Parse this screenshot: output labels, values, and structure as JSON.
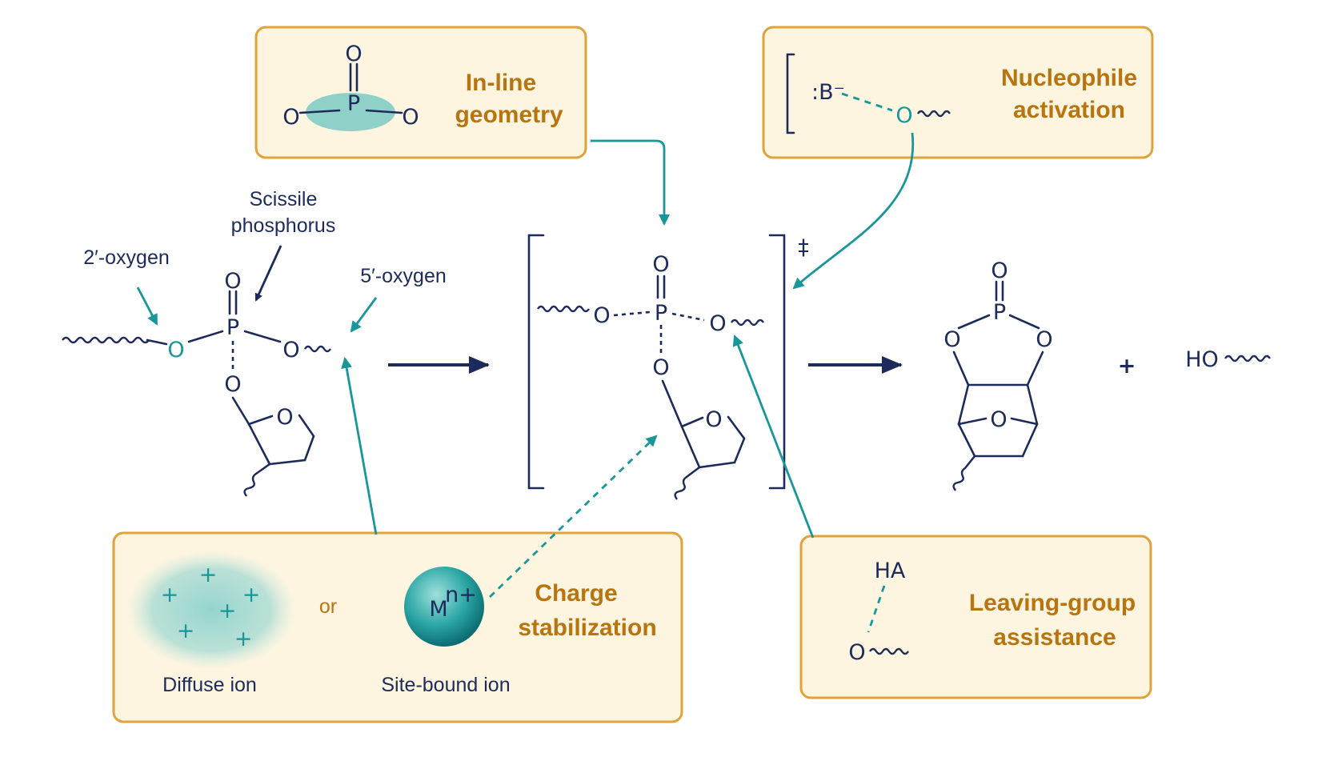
{
  "colors": {
    "navy": "#1d2b5a",
    "teal": "#18979a",
    "gold": "#b8740f",
    "box_fill": "#fdf5e0",
    "box_border": "#e0a23a"
  },
  "atoms": {
    "O": "O",
    "P": "P",
    "HO": "HO",
    "B": ":B⁻",
    "HA": "HA",
    "M": "M",
    "M_sup": "n+",
    "plus": "+",
    "ion_plus": "+",
    "dagger": "‡"
  },
  "labels": {
    "two_oxygen": "2′-oxygen",
    "scissile_1": "Scissile",
    "scissile_2": "phosphorus",
    "five_oxygen": "5′-oxygen"
  },
  "boxes": {
    "inline": {
      "title_1": "In-line",
      "title_2": "geometry"
    },
    "nucleophile": {
      "title_1": "Nucleophile",
      "title_2": "activation"
    },
    "charge": {
      "title_1": "Charge",
      "title_2": "stabilization",
      "or": "or",
      "diffuse": "Diffuse ion",
      "site_bound": "Site-bound ion"
    },
    "leaving": {
      "title_1": "Leaving-group",
      "title_2": "assistance"
    }
  }
}
